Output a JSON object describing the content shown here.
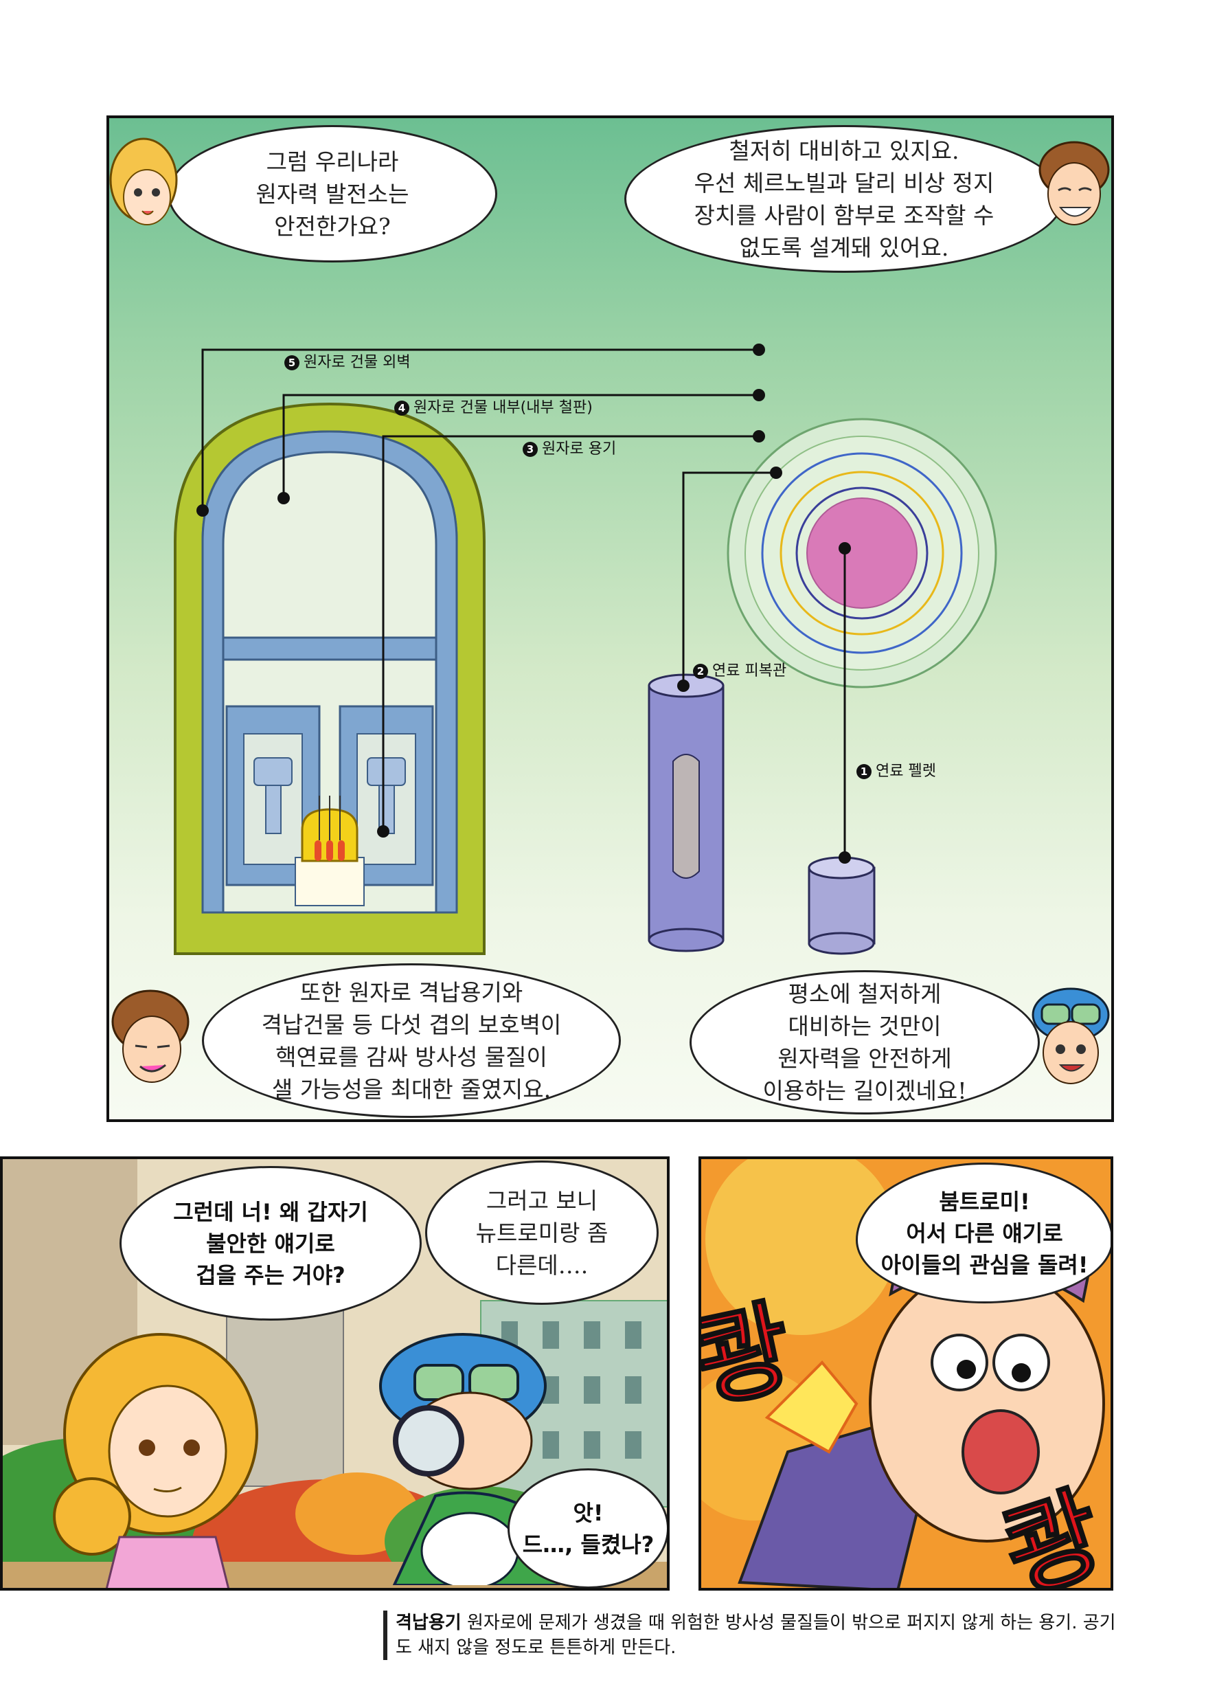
{
  "top_panel": {
    "bubbles": {
      "q_safety": "그럼 우리나라\n원자력 발전소는\n안전한가요?",
      "a_prepared": "철저히 대비하고 있지요.\n우선 체르노빌과 달리 비상 정지\n장치를 사람이 함부로 조작할 수\n없도록 설계돼 있어요.",
      "a_five_layers": "또한 원자로 격납용기와\n격납건물 등 다섯 겹의 보호벽이\n핵연료를 감싸 방사성 물질이\n샐 가능성을 최대한 줄였지요.",
      "r_agree": "평소에 철저하게\n대비하는 것만이\n원자력을 안전하게\n이용하는 길이겠네요!"
    },
    "diagram_labels": {
      "layer5": {
        "num": "5",
        "text": "원자로 건물 외벽"
      },
      "layer4": {
        "num": "4",
        "text": "원자로 건물 내부(내부 철판)"
      },
      "layer3": {
        "num": "3",
        "text": "원자로 용기"
      },
      "layer2": {
        "num": "2",
        "text": "연료 피복관"
      },
      "layer1": {
        "num": "1",
        "text": "연료 펠렛"
      }
    }
  },
  "bottom_left_panel": {
    "bubbles": {
      "accuse": "그런데 너! 왜 갑자기\n불안한 얘기로\n겁을 주는 거야?",
      "suspect": "그러고 보니\n뉴트로미랑 좀\n다른데….",
      "startled": "앗!\n드…, 들켰나?"
    }
  },
  "bottom_right_panel": {
    "bubbles": {
      "command": "붐트로미!\n어서 다른 얘기로\n아이들의 관심을 돌려!"
    },
    "sfx": {
      "bang1": "쾅",
      "bang2": "쾅"
    }
  },
  "footnote": {
    "term": "격납용기",
    "definition": " 원자로에 문제가 생겼을 때 위험한 방사성 물질들이 밖으로 퍼지지 않게 하는 용기. 공기도 새지 않을 정도로 튼튼하게 만든다."
  },
  "colors": {
    "pellet": "#d97ab8",
    "outer_wall": "#b5c832",
    "inner_steel": "#7fa6d0",
    "cladding": "#8f8fd0",
    "ring_yellow": "#e8b81a",
    "ring_blue": "#3f66c8",
    "ring_navy": "#3a3f9a"
  }
}
